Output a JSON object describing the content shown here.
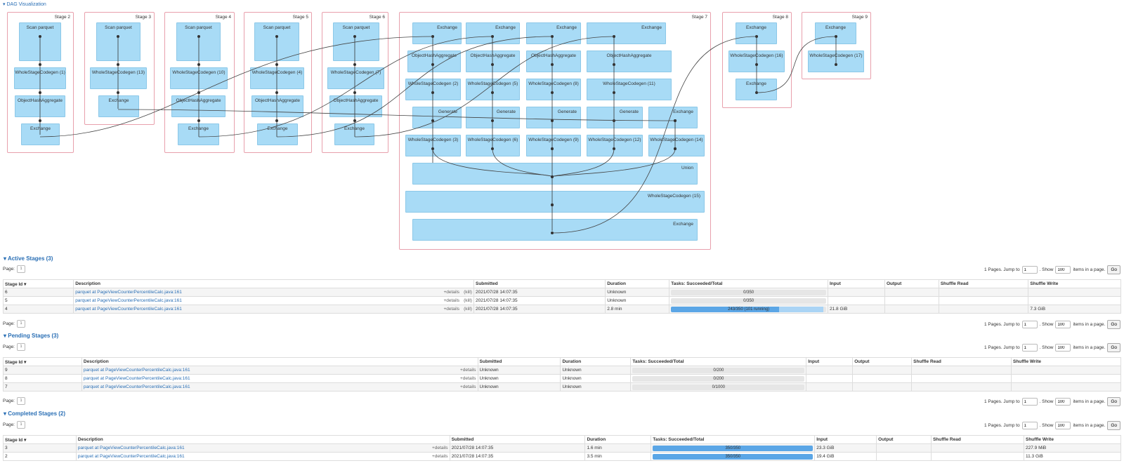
{
  "dag": {
    "toggle_label": "DAG Visualization",
    "stages": [
      {
        "title": "Stage 2",
        "nodes": [
          "Scan parquet",
          "WholeStageCodegen (1)",
          "ObjectHashAggregate",
          "Exchange"
        ]
      },
      {
        "title": "Stage 3",
        "nodes": [
          "Scan parquet",
          "WholeStageCodegen (13)",
          "Exchange"
        ]
      },
      {
        "title": "Stage 4",
        "nodes": [
          "Scan parquet",
          "WholeStageCodegen (10)",
          "ObjectHashAggregate",
          "Exchange"
        ]
      },
      {
        "title": "Stage 5",
        "nodes": [
          "Scan parquet",
          "WholeStageCodegen (4)",
          "ObjectHashAggregate",
          "Exchange"
        ]
      },
      {
        "title": "Stage 6",
        "nodes": [
          "Scan parquet",
          "WholeStageCodegen (7)",
          "ObjectHashAggregate",
          "Exchange"
        ]
      },
      {
        "title": "Stage 7",
        "nodes": [
          "Exchange",
          "Exchange",
          "Exchange",
          "Exchange",
          "ObjectHashAggregate",
          "ObjectHashAggregate",
          "ObjectHashAggregate",
          "ObjectHashAggregate",
          "WholeStageCodegen (2)",
          "WholeStageCodegen (5)",
          "WholeStageCodegen (8)",
          "WholeStageCodegen (11)",
          "Generate",
          "Generate",
          "Generate",
          "Generate",
          "Exchange",
          "WholeStageCodegen (3)",
          "WholeStageCodegen (6)",
          "WholeStageCodegen (9)",
          "WholeStageCodegen (12)",
          "WholeStageCodegen (14)",
          "Union",
          "WholeStageCodegen (15)",
          "Exchange"
        ]
      },
      {
        "title": "Stage 8",
        "nodes": [
          "Exchange",
          "WholeStageCodegen (16)",
          "Exchange"
        ]
      },
      {
        "title": "Stage 9",
        "nodes": [
          "Exchange",
          "WholeStageCodegen (17)"
        ]
      }
    ]
  },
  "pager": {
    "page_label": "Page:",
    "page_num": "1",
    "pages_label": "1 Pages. Jump to",
    "jump_value": "1",
    "show_label": ". Show",
    "show_value": "100",
    "items_label": "items in a page.",
    "go_label": "Go"
  },
  "active": {
    "title": "Active Stages (3)",
    "headers": [
      "Stage Id ▾",
      "Description",
      "Submitted",
      "Duration",
      "Tasks: Succeeded/Total",
      "Input",
      "Output",
      "Shuffle Read",
      "Shuffle Write"
    ],
    "rows": [
      {
        "id": "6",
        "desc": "parquet at PageViewCounterPercentileCalc.java:161",
        "details": "+details",
        "kill": "(kill)",
        "submitted": "2021/07/28 14:07:35",
        "duration": "Unknown",
        "tasks": "0/350",
        "succeeded": 0,
        "running": 0,
        "total": 350,
        "input": "",
        "output": "",
        "shuffle_read": "",
        "shuffle_write": ""
      },
      {
        "id": "5",
        "desc": "parquet at PageViewCounterPercentileCalc.java:161",
        "details": "+details",
        "kill": "(kill)",
        "submitted": "2021/07/28 14:07:35",
        "duration": "Unknown",
        "tasks": "0/350",
        "succeeded": 0,
        "running": 0,
        "total": 350,
        "input": "",
        "output": "",
        "shuffle_read": "",
        "shuffle_write": ""
      },
      {
        "id": "4",
        "desc": "parquet at PageViewCounterPercentileCalc.java:161",
        "details": "+details",
        "kill": "(kill)",
        "submitted": "2021/07/28 14:07:35",
        "duration": "2.8 min",
        "tasks": "243/350 (101 running)",
        "succeeded": 243,
        "running": 101,
        "total": 350,
        "input": "21.8 GiB",
        "output": "",
        "shuffle_read": "",
        "shuffle_write": "7.3 GiB"
      }
    ]
  },
  "pending": {
    "title": "Pending Stages (3)",
    "headers": [
      "Stage Id ▾",
      "Description",
      "Submitted",
      "Duration",
      "Tasks: Succeeded/Total",
      "Input",
      "Output",
      "Shuffle Read",
      "Shuffle Write"
    ],
    "rows": [
      {
        "id": "9",
        "desc": "parquet at PageViewCounterPercentileCalc.java:161",
        "details": "+details",
        "submitted": "Unknown",
        "duration": "Unknown",
        "tasks": "0/200",
        "succeeded": 0,
        "running": 0,
        "total": 200,
        "input": "",
        "output": "",
        "shuffle_read": "",
        "shuffle_write": ""
      },
      {
        "id": "8",
        "desc": "parquet at PageViewCounterPercentileCalc.java:161",
        "details": "+details",
        "submitted": "Unknown",
        "duration": "Unknown",
        "tasks": "0/200",
        "succeeded": 0,
        "running": 0,
        "total": 200,
        "input": "",
        "output": "",
        "shuffle_read": "",
        "shuffle_write": ""
      },
      {
        "id": "7",
        "desc": "parquet at PageViewCounterPercentileCalc.java:161",
        "details": "+details",
        "submitted": "Unknown",
        "duration": "Unknown",
        "tasks": "0/1000",
        "succeeded": 0,
        "running": 0,
        "total": 1000,
        "input": "",
        "output": "",
        "shuffle_read": "",
        "shuffle_write": ""
      }
    ]
  },
  "completed": {
    "title": "Completed Stages (2)",
    "headers": [
      "Stage Id ▾",
      "Description",
      "Submitted",
      "Duration",
      "Tasks: Succeeded/Total",
      "Input",
      "Output",
      "Shuffle Read",
      "Shuffle Write"
    ],
    "rows": [
      {
        "id": "3",
        "desc": "parquet at PageViewCounterPercentileCalc.java:161",
        "details": "+details",
        "submitted": "2021/07/28 14:07:35",
        "duration": "1.6 min",
        "tasks": "350/350",
        "succeeded": 350,
        "running": 0,
        "total": 350,
        "input": "23.3 GiB",
        "output": "",
        "shuffle_read": "",
        "shuffle_write": "227.9 MiB"
      },
      {
        "id": "2",
        "desc": "parquet at PageViewCounterPercentileCalc.java:161",
        "details": "+details",
        "submitted": "2021/07/28 14:07:35",
        "duration": "3.5 min",
        "tasks": "350/350",
        "succeeded": 350,
        "running": 0,
        "total": 350,
        "input": "19.4 GiB",
        "output": "",
        "shuffle_read": "",
        "shuffle_write": "11.3 GiB"
      }
    ]
  }
}
